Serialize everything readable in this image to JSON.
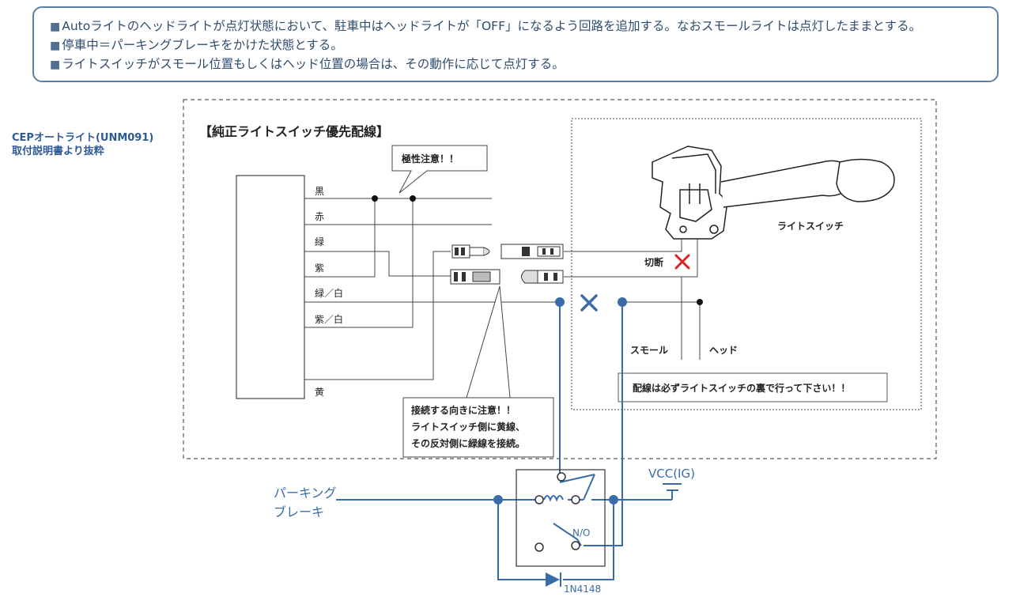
{
  "notes": {
    "bullet": "■",
    "line1": "Autoライトのヘッドライトが点灯状態において、駐車中はヘッドライトが「OFF」になるよう回路を追加する。なおスモールライトは点灯したままとする。",
    "line2": "停車中＝パーキングブレーキをかけた状態とする。",
    "line3": "ライトスイッチがスモール位置もしくはヘッド位置の場合は、その動作に応じて点灯する。"
  },
  "source": {
    "line1": "CEPオートライト(UNM091)",
    "line2": "取付説明書より抜粋"
  },
  "diagram": {
    "title": "【純正ライトスイッチ優先配線】",
    "wire_labels": [
      "黒",
      "赤",
      "緑",
      "紫",
      "緑／白",
      "紫／白",
      "黄"
    ],
    "polarity_note": "極性注意！！",
    "connection_note": {
      "line1": "接続する向きに注意！！",
      "line2": "ライトスイッチ側に黄線、",
      "line3": "その反対側に緑線を接続。"
    },
    "light_switch_label": "ライトスイッチ",
    "cut_label": "切断",
    "small_label": "スモール",
    "head_label": "ヘッド",
    "wiring_note": "配線は必ずライトスイッチの裏で行って下さい！！",
    "parking_brake": {
      "line1": "パーキング",
      "line2": "ブレーキ"
    },
    "vcc_label": "VCC(IG)",
    "no_label": "N/O",
    "diode_label": "1N4148"
  },
  "colors": {
    "note_border": "#5b80a8",
    "note_text": "#2e4c6d",
    "circuit_blue": "#3a6da8",
    "cut_red": "#e02020",
    "source_text": "#2e5a94"
  }
}
